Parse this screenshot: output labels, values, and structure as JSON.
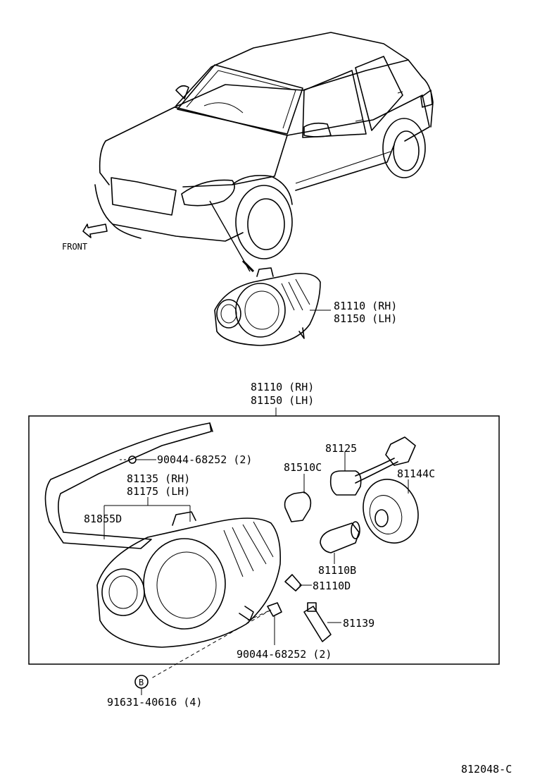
{
  "labels": {
    "front": "FRONT",
    "top_rh": "81110 (RH)",
    "top_lh": "81150 (LH)",
    "box_rh": "81110 (RH)",
    "box_lh": "81150 (LH)",
    "bolt_top": "90044-68252 (2)",
    "p81135": "81135 (RH)",
    "p81175": "81175 (LH)",
    "p81855d": "81855D",
    "p81125": "81125",
    "p81510c": "81510C",
    "p81144c": "81144C",
    "p81110b": "81110B",
    "p81110d": "81110D",
    "p81139": "81139",
    "bolt_bottom": "90044-68252 (2)",
    "callout_b": "B",
    "screw": "91631-40616 (4)",
    "diagram_code": "812048-C"
  }
}
